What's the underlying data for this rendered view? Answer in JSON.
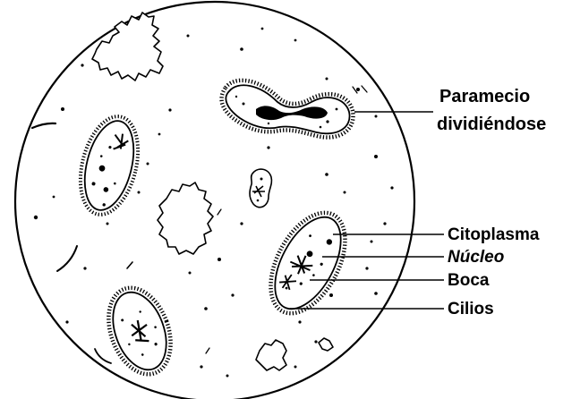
{
  "colors": {
    "ink": "#000000",
    "background": "#ffffff"
  },
  "labels": {
    "paramecio_line1": "Paramecio",
    "paramecio_line2": "dividiéndose",
    "citoplasma": "Citoplasma",
    "nucleo": "Núcleo",
    "boca": "Boca",
    "cilios": "Cilios"
  }
}
